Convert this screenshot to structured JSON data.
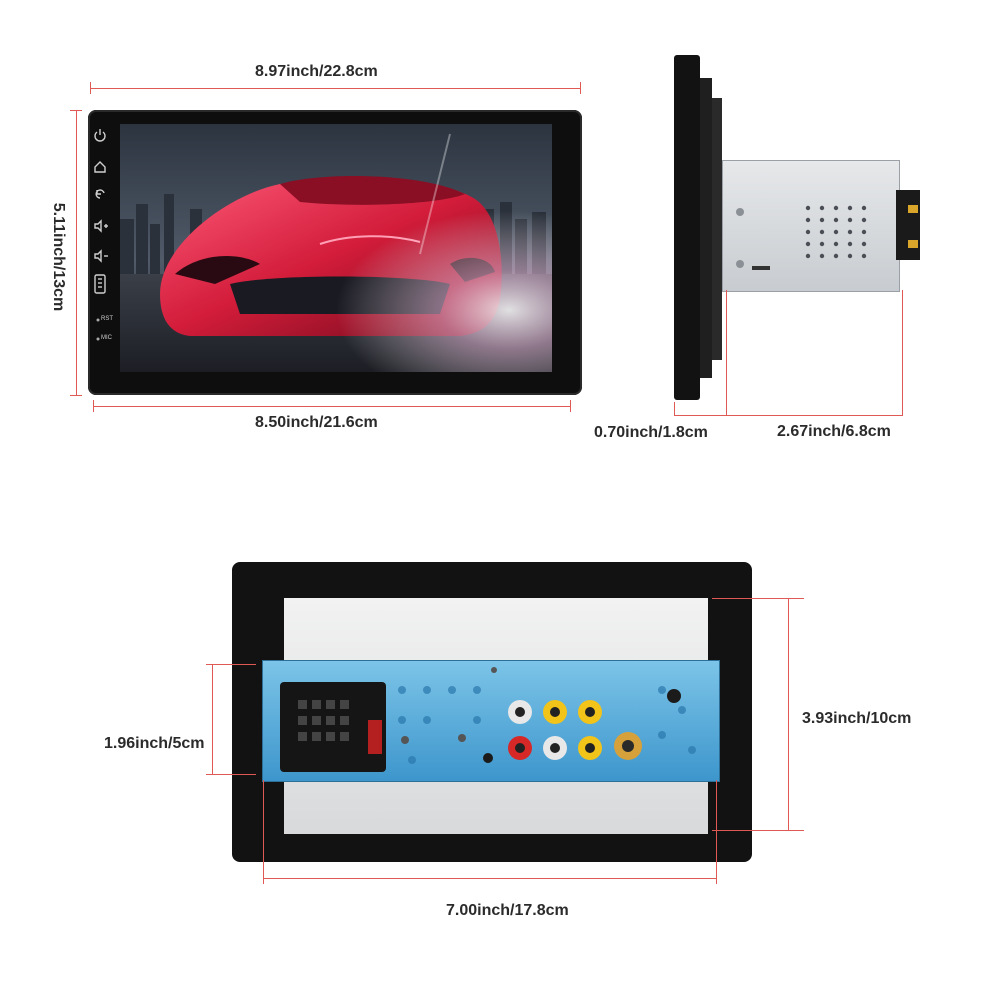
{
  "dimensions": {
    "top_width": "8.97inch/22.8cm",
    "screen_width": "8.50inch/21.6cm",
    "height": "5.11inch/13cm",
    "face_depth": "0.70inch/1.8cm",
    "chassis_depth": "2.67inch/6.8cm",
    "back_height": "3.93inch/10cm",
    "harness_height": "1.96inch/5cm",
    "back_width": "7.00inch/17.8cm"
  },
  "panel_labels": {
    "rst": "RST",
    "mic": "MIC"
  },
  "side_buttons": [
    "power-icon",
    "home-icon",
    "back-icon",
    "volume-up-icon",
    "volume-down-icon",
    "usb-port-icon"
  ],
  "colors": {
    "dimension_line": "#e05a55",
    "bezel": "#111111",
    "pcb_blue": "#4aa6d6",
    "rca_yellow": "#f2c319",
    "rca_red": "#d72828",
    "rca_white": "#e8e8e8"
  }
}
